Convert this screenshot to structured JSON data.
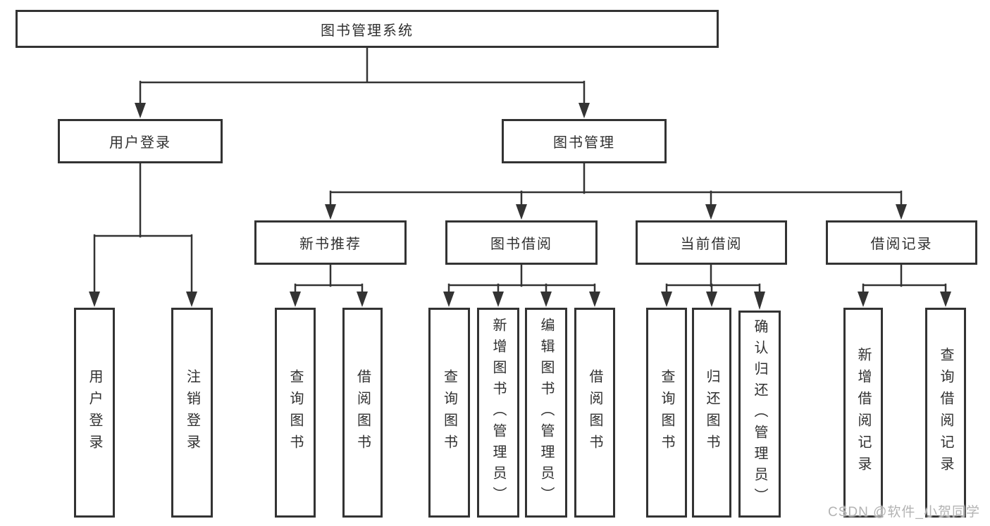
{
  "tree": {
    "root": "图书管理系统",
    "user": {
      "label": "用户登录",
      "children": [
        "用户登录",
        "注销登录"
      ]
    },
    "book": {
      "label": "图书管理",
      "groups": [
        {
          "label": "新书推荐",
          "children": [
            "查询图书",
            "借阅图书"
          ]
        },
        {
          "label": "图书借阅",
          "children": [
            "查询图书",
            "新增图书（管理员）",
            "编辑图书（管理员）",
            "借阅图书"
          ]
        },
        {
          "label": "当前借阅",
          "children": [
            "查询图书",
            "归还图书",
            "确认归还（管理员）"
          ]
        },
        {
          "label": "借阅记录",
          "children": [
            "新增借阅记录",
            "查询借阅记录"
          ]
        }
      ]
    }
  },
  "watermark": "CSDN @软件_小贺同学",
  "colors": {
    "line": "#333333",
    "text": "#303030",
    "watermark": "#b3b3b3",
    "background": "#ffffff"
  }
}
